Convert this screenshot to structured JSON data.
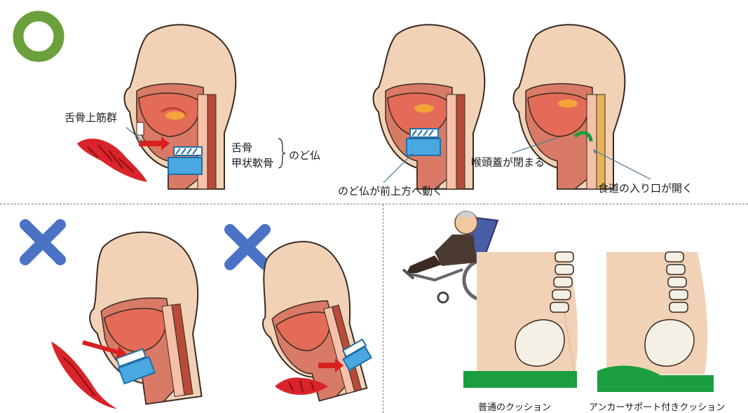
{
  "good_mark": {
    "icon": "circle-icon",
    "color": "#6ba03c"
  },
  "bad_mark": {
    "icon": "cross-icon",
    "color": "#4a73c6"
  },
  "top_panel": {
    "suprahyoid_label": "舌骨上筋群",
    "hyoid_label": "舌骨",
    "thyroid_label": "甲状軟骨",
    "adams_apple_label": "のど仏",
    "adams_apple_moves_label": "のど仏が前上方へ動く",
    "epiglottis_label": "喉頭蓋が閉まる",
    "esophagus_label": "食道の入り口が開く"
  },
  "cushions": {
    "normal_label": "普通のクッション",
    "anchor_label": "アンカーサポート付きクッション",
    "cushion_color": "#1a9e3f"
  },
  "colors": {
    "skin": "#f2d2b6",
    "skin_outline": "#3a2a22",
    "mouth": "#e36b58",
    "throat": "#d97a66",
    "cartilage_blue": "#4aa8e0",
    "arrow_red": "#d92020",
    "muscle_red": "#d8242a",
    "bone": "#f4f0e6"
  }
}
